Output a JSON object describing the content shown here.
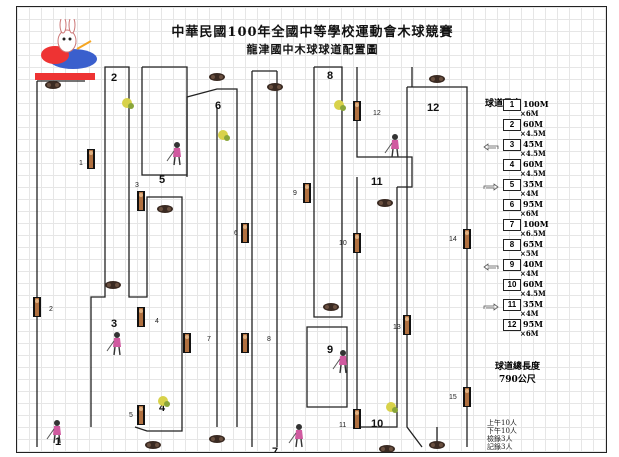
{
  "title": {
    "main": "中華民國100年全國中等學校運動會木球競賽",
    "sub": "龍津國中木球球道配置圖"
  },
  "fairways": [
    {
      "no": "1",
      "length": "100M",
      "width": "×6M"
    },
    {
      "no": "2",
      "length": "60M",
      "width": "×4.5M"
    },
    {
      "no": "3",
      "length": "45M",
      "width": "×4.5M"
    },
    {
      "no": "4",
      "length": "60M",
      "width": "×4.5M"
    },
    {
      "no": "5",
      "length": "35M",
      "width": "×4M"
    },
    {
      "no": "6",
      "length": "95M",
      "width": "×6M"
    },
    {
      "no": "7",
      "length": "100M",
      "width": "×6.5M"
    },
    {
      "no": "8",
      "length": "65M",
      "width": "×5M"
    },
    {
      "no": "9",
      "length": "40M",
      "width": "×4M"
    },
    {
      "no": "10",
      "length": "60M",
      "width": "×4.5M"
    },
    {
      "no": "11",
      "length": "35M",
      "width": "×4M"
    },
    {
      "no": "12",
      "length": "95M",
      "width": "×6M"
    }
  ],
  "legend": {
    "length_title": "球道長度",
    "total_label": "球道總長度",
    "total_value": "790公尺"
  },
  "people": [
    "上午10人",
    "下午10人",
    "檢錄3人",
    "記錄3人"
  ],
  "map_labels": {
    "fairway_numbers": [
      "1",
      "2",
      "3",
      "4",
      "5",
      "6",
      "7",
      "8",
      "9",
      "10",
      "11",
      "12"
    ],
    "referee_numbers": [
      "1",
      "2",
      "3",
      "4",
      "5",
      "6",
      "7",
      "8",
      "9",
      "10",
      "11",
      "12",
      "13",
      "14",
      "15"
    ]
  },
  "colors": {
    "line": "#222222",
    "grid": "#e6e6e6",
    "logo_accent": "#e33333"
  }
}
